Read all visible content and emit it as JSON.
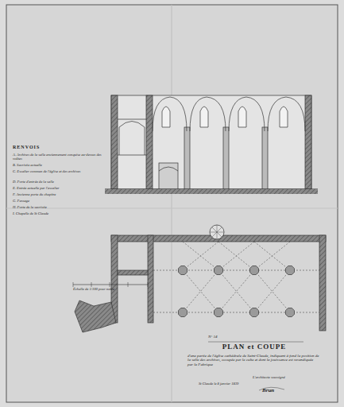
{
  "diagram": {
    "title": "PLAN et COUPE",
    "caption": "d'une partie de l'église cathédrale de Saint-Claude, indiquant à fond la position de la salle des archives, occupée par le culte et dont la jouissance est revendiquée par la Fabrique",
    "labels": [
      "RENVOIS",
      "A. Archives de la salle anciennement conquise au-dessus des voûtes",
      "B. Sacristie actuelle",
      "C. Escalier commun de l'église et des archives",
      "D. Porte d'entrée de la salle",
      "E. Entrée actuelle par l'escalier",
      "F. Ancienne porte du chapitre",
      "G. Passage",
      "H. Porte de la sacristie",
      "I. Chapelle de St Claude",
      "Échelle de 1/100 pour mètre",
      "N° 14",
      "L'architecte soussigné",
      "St Claude le 8 janvier 1839",
      "Brun"
    ]
  }
}
